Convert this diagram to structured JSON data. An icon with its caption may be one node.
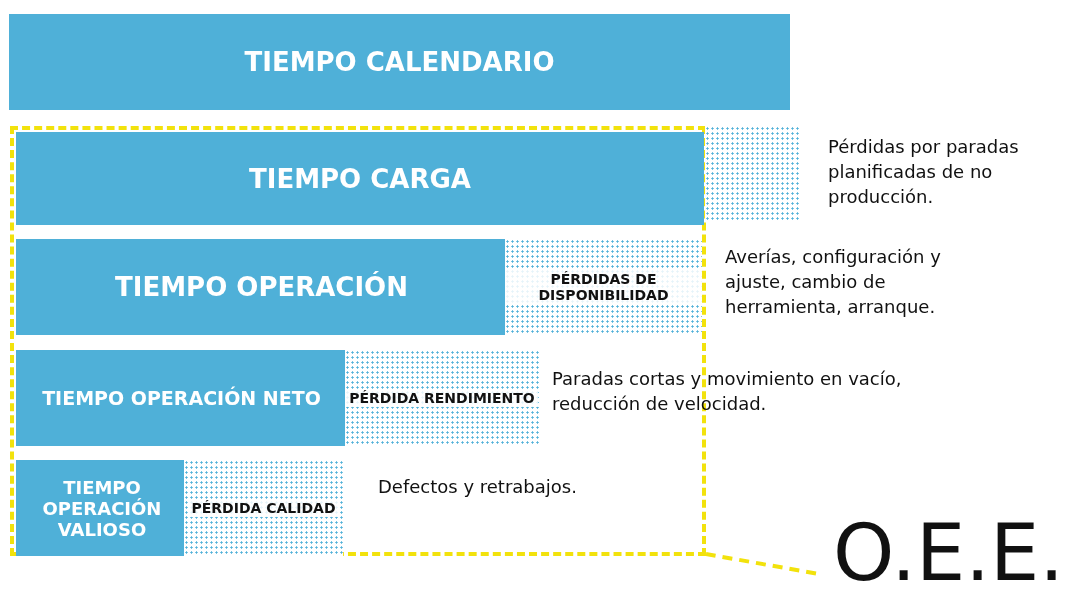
{
  "diagram": {
    "nodes": [
      {
        "text": [
          "TIEMPO CALENDARIO"
        ]
      },
      {
        "text": [],
        "shape": "box"
      },
      {
        "text": [
          "TIEMPO CARGA"
        ],
        "in": 1
      },
      {
        "text": [],
        "shape": "box",
        "beside": [
          "Pérdidas por paradas planificadas de no producción."
        ]
      },
      {
        "text": [
          "TIEMPO OPERACIÓN"
        ],
        "in": 1
      },
      {
        "text": [
          "PÉRDIDAS DE DISPONIBILIDAD"
        ],
        "in": 1,
        "beside": [
          "Averías, configuración y ajuste, cambio de herramienta, arranque."
        ]
      },
      {
        "text": [
          "TIEMPO OPERACIÓN NETO"
        ],
        "in": 1
      },
      {
        "text": [
          "PÉRDIDA RENDIMIENTO"
        ],
        "in": 1,
        "beside": [
          "Paradas cortas y movimiento en vacío, reducción de velocidad."
        ]
      },
      {
        "text": [
          "TIEMPO OPERACIÓN VALIOSO"
        ],
        "in": 1
      },
      {
        "text": [
          "PÉRDIDA CALIDAD"
        ],
        "in": 1,
        "beside": [
          "Defectos y retrabajos."
        ]
      },
      {
        "text": [
          "O.E.E."
        ]
      }
    ],
    "edges": [
      {
        "from": 10,
        "to": 1,
        "arrow": "none",
        "style": "dashed",
        "color": "#f2e20c"
      }
    ]
  }
}
